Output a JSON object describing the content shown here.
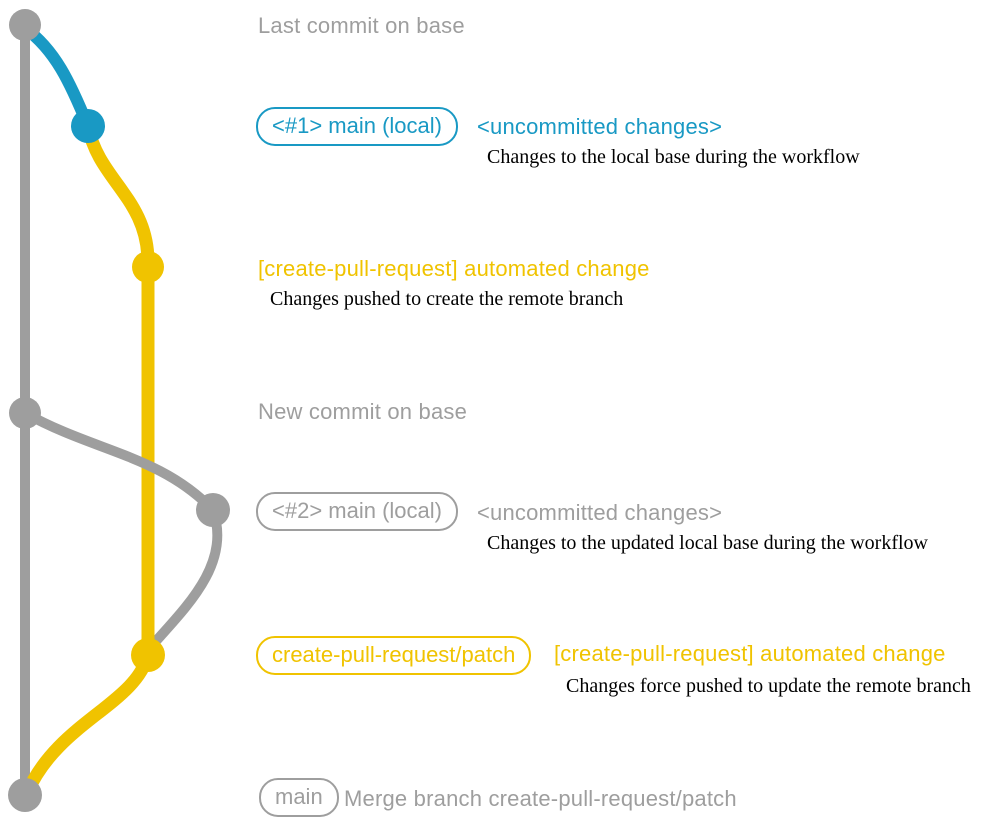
{
  "colors": {
    "gray": "#9E9E9E",
    "blue": "#1999C4",
    "yellow": "#F0C300",
    "ink": "#000000"
  },
  "annotations": {
    "last_commit": {
      "label": "Last commit on base"
    },
    "commit1": {
      "badge": "<#1> main (local)",
      "status": "<uncommitted changes>",
      "description": "Changes to the local base during the workflow"
    },
    "auto_change_1": {
      "label": "[create-pull-request] automated change",
      "description": "Changes pushed to create the remote branch"
    },
    "new_commit": {
      "label": "New commit on base"
    },
    "commit2": {
      "badge": "<#2> main (local)",
      "status": "<uncommitted changes>",
      "description": "Changes to the updated local base during the workflow"
    },
    "auto_change_2": {
      "badge": "create-pull-request/patch",
      "label": "[create-pull-request] automated change",
      "description": "Changes force pushed to update the remote branch"
    },
    "merge": {
      "badge": "main",
      "label": "Merge branch create-pull-request/patch"
    }
  }
}
